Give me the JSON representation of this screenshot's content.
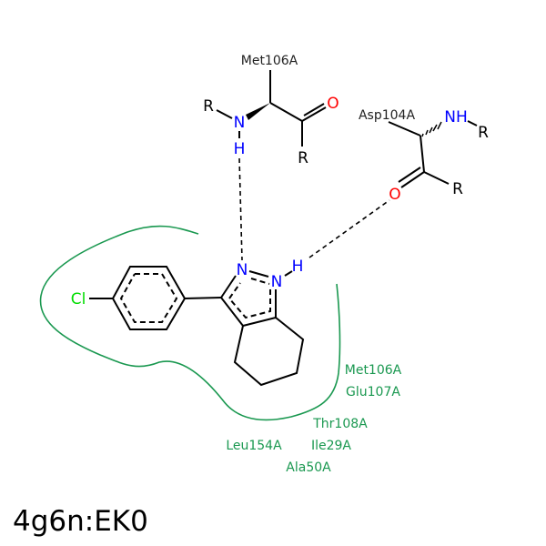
{
  "title": "4g6n:EK0",
  "colors": {
    "nitrogen": "#0000ff",
    "oxygen": "#ff0000",
    "chlorine": "#00dd00",
    "hydrophobic": "#1a9850"
  },
  "residues": {
    "met106_backbone": "Met106A",
    "asp104_backbone": "Asp104A"
  },
  "atoms": {
    "r": "R",
    "n": "N",
    "h": "H",
    "o": "O",
    "nh": "NH",
    "cl": "Cl"
  },
  "hydrophobic_residues": [
    "Met106A",
    "Glu107A",
    "Thr108A",
    "Leu154A",
    "Ile29A",
    "Ala50A"
  ]
}
